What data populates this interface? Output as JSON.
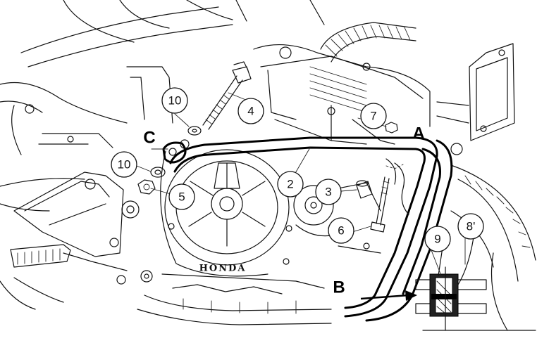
{
  "brand_text": "HONDA",
  "point_labels": [
    {
      "id": "A",
      "text": "A"
    },
    {
      "id": "B",
      "text": "B"
    },
    {
      "id": "C",
      "text": "C"
    }
  ],
  "part_callouts": [
    {
      "id": "p10a",
      "text": "10"
    },
    {
      "id": "p4",
      "text": "4"
    },
    {
      "id": "p7",
      "text": "7"
    },
    {
      "id": "p10b",
      "text": "10"
    },
    {
      "id": "p5",
      "text": "5"
    },
    {
      "id": "p2",
      "text": "2"
    },
    {
      "id": "p3",
      "text": "3"
    },
    {
      "id": "p6",
      "text": "6"
    },
    {
      "id": "p9",
      "text": "9"
    },
    {
      "id": "p8",
      "text": "8'"
    }
  ]
}
